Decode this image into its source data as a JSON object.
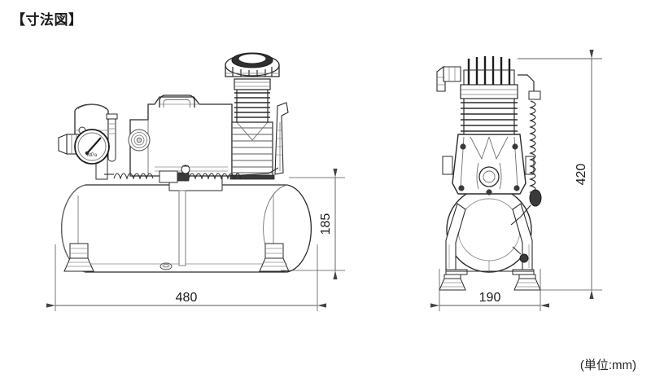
{
  "page": {
    "title": "【寸法図】",
    "unit_note": "(単位:mm)",
    "background_color": "#ffffff",
    "line_color": "#2b2b2b",
    "dim_line_color": "#555555"
  },
  "dimensions": {
    "side_view_width": "480",
    "side_view_tank_height": "185",
    "end_view_height": "420",
    "end_view_width": "190"
  },
  "views": {
    "side": {
      "name": "side-view",
      "label": "",
      "parts": [
        "air-tank",
        "compressor-cylinder",
        "air-filter",
        "motor-housing",
        "carry-handle",
        "pressure-gauge",
        "pressure-regulator",
        "quick-coupler",
        "coiled-discharge-tube",
        "rubber-foot-left",
        "rubber-foot-right",
        "drain-valve"
      ]
    },
    "end": {
      "name": "end-view",
      "label": "",
      "parts": [
        "air-tank-end",
        "compressor-pump-body",
        "cylinder-fins",
        "cylinder-head",
        "coiled-discharge-tube",
        "intake-elbow",
        "support-leg-left",
        "support-leg-right",
        "rubber-foot-left",
        "rubber-foot-right"
      ]
    }
  }
}
